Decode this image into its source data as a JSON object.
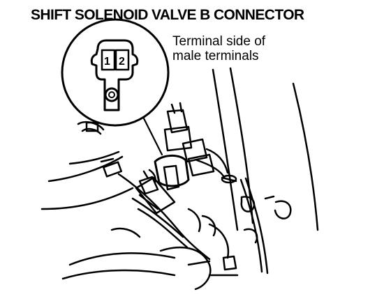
{
  "title": "SHIFT SOLENOID VALVE B CONNECTOR",
  "callout": {
    "line1": "Terminal side of",
    "line2": "male terminals"
  },
  "connector": {
    "pin1": "1",
    "pin2": "2"
  },
  "colors": {
    "ink": "#000000",
    "paper": "#ffffff"
  }
}
